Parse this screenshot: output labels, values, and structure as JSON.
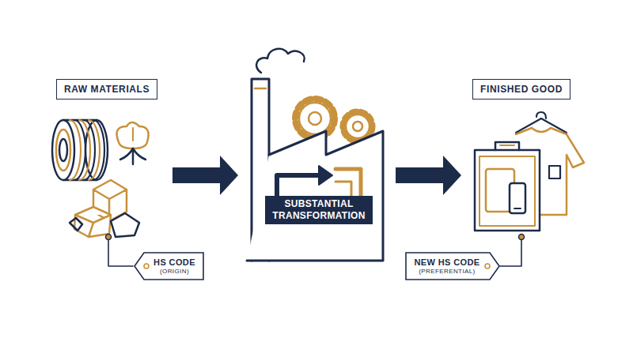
{
  "diagram": {
    "nodes": [
      {
        "text": [
          "RAW MATERIALS"
        ]
      },
      {
        "text": [
          "SUBSTANTIAL TRANSFORMATION"
        ]
      },
      {
        "text": [
          "FINISHED GOOD"
        ]
      },
      {
        "text": [
          "HS CODE",
          "(ORIGIN)"
        ]
      },
      {
        "text": [
          "NEW HS CODE",
          "(PREFERENTIAL)"
        ]
      }
    ]
  }
}
